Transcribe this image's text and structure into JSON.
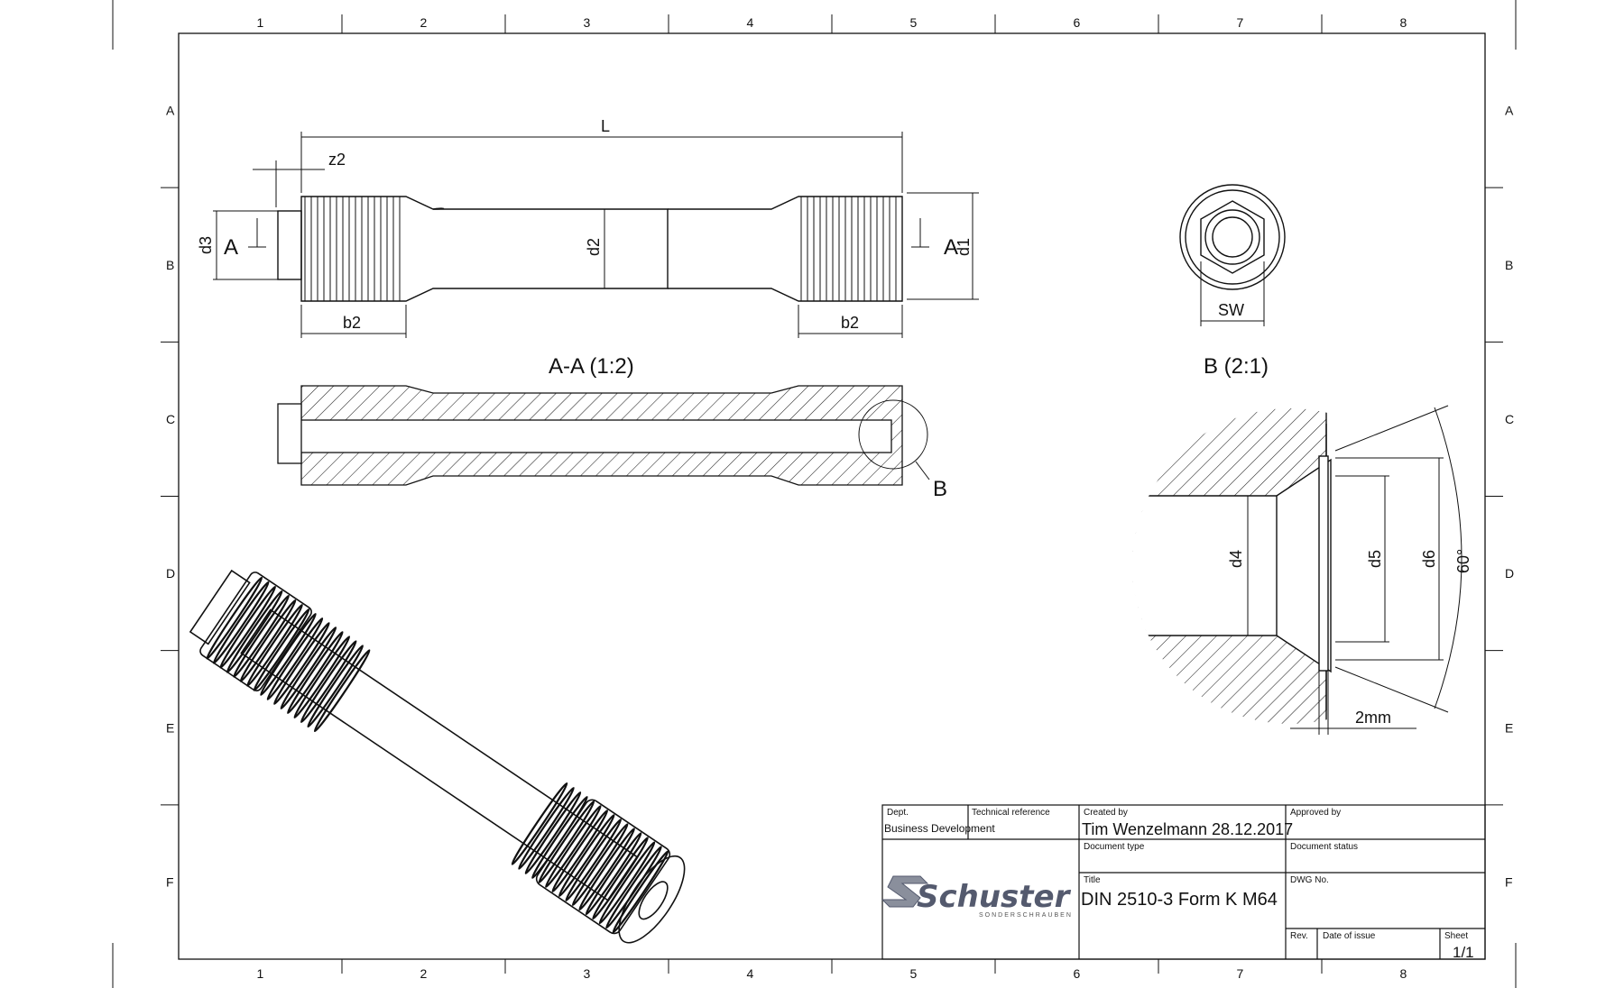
{
  "grid": {
    "columns": [
      "1",
      "2",
      "3",
      "4",
      "5",
      "6",
      "7",
      "8"
    ],
    "rows": [
      "A",
      "B",
      "C",
      "D",
      "E",
      "F"
    ]
  },
  "dimensions": {
    "L": "L",
    "z2": "z2",
    "d3": "d3",
    "d2": "d2",
    "d1": "d1",
    "b2": "b2",
    "sw": "SW",
    "d4": "d4",
    "d5": "d5",
    "d6": "d6",
    "angle": "60°",
    "gap": "2mm"
  },
  "section_marks": {
    "a": "A",
    "b": "B"
  },
  "views": {
    "section_aa": "A-A (1:2)",
    "detail_b": "B (2:1)"
  },
  "title_block": {
    "dept_label": "Dept.",
    "dept_value": "Business Development",
    "tech_ref_label": "Technical reference",
    "created_by_label": "Created by",
    "created_by_value": "Tim Wenzelmann  28.12.2017",
    "approved_by_label": "Approved by",
    "doc_type_label": "Document type",
    "doc_status_label": "Document status",
    "title_label": "Title",
    "title_value": "DIN 2510-3 Form K  M64",
    "dwg_no_label": "DWG No.",
    "rev_label": "Rev.",
    "date_issue_label": "Date of issue",
    "sheet_label": "Sheet",
    "sheet_value": "1/1",
    "logo_text": "Schuster",
    "logo_subtext": "SONDERSCHRAUBEN"
  }
}
